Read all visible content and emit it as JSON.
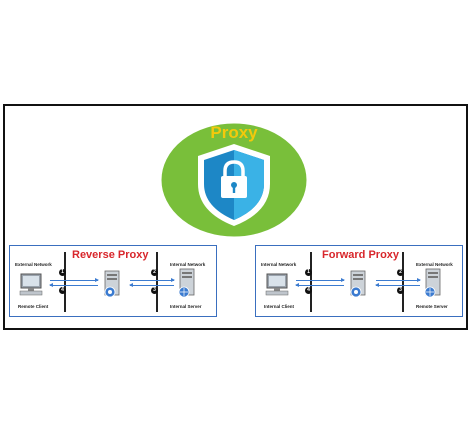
{
  "logo": {
    "title": "Proxy",
    "colors": {
      "green": "#79bf3a",
      "shield_dark": "#1d87c6",
      "shield_light": "#3ab2e6",
      "title": "#f3c90c"
    }
  },
  "reverse_panel": {
    "title": "Reverse Proxy",
    "left_zone": "External Network",
    "right_zone": "Internal Network",
    "client_label": "Remote Client",
    "server_label": "Internal Server",
    "step_1": "1",
    "step_2": "2",
    "step_3": "3",
    "step_4": "4"
  },
  "forward_panel": {
    "title": "Forward Proxy",
    "left_zone": "Internal Network",
    "right_zone": "External Network",
    "client_label": "Internal Client",
    "server_label": "Remote Server",
    "step_1": "1",
    "step_2": "2",
    "step_3": "3",
    "step_4": "4"
  },
  "colors": {
    "title_red": "#d8262b",
    "panel_border": "#3a6fbf",
    "arrow_blue": "#3b7bd0"
  }
}
